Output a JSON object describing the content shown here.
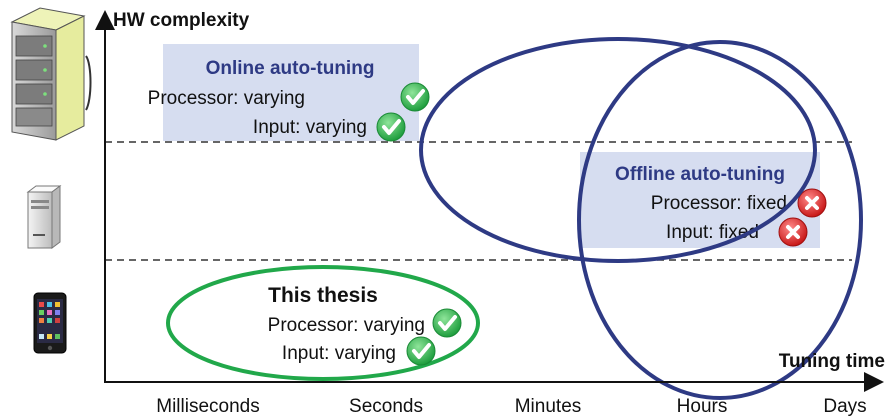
{
  "axes": {
    "y_label": "HW complexity",
    "x_label": "Tuning time",
    "x_ticks": [
      "Milliseconds",
      "Seconds",
      "Minutes",
      "Hours",
      "Days"
    ]
  },
  "online": {
    "title": "Online auto-tuning",
    "line1": "Processor: varying",
    "line2": "Input: varying",
    "status1": "check",
    "status2": "check"
  },
  "offline": {
    "title": "Offline auto-tuning",
    "line1": "Processor: fixed",
    "line2": "Input: fixed",
    "status1": "cross",
    "status2": "cross"
  },
  "thesis": {
    "title": "This thesis",
    "line1": "Processor: varying",
    "line2": "Input: varying",
    "status1": "check",
    "status2": "check"
  },
  "devices": [
    "server-rack-icon",
    "desktop-tower-icon",
    "smartphone-icon"
  ],
  "colors": {
    "box_fill": "#d6ddf0",
    "ellipse_blue": "#2e3a84",
    "ellipse_green": "#21a84a",
    "check_green": "#27b54a",
    "cross_red": "#e02828"
  }
}
